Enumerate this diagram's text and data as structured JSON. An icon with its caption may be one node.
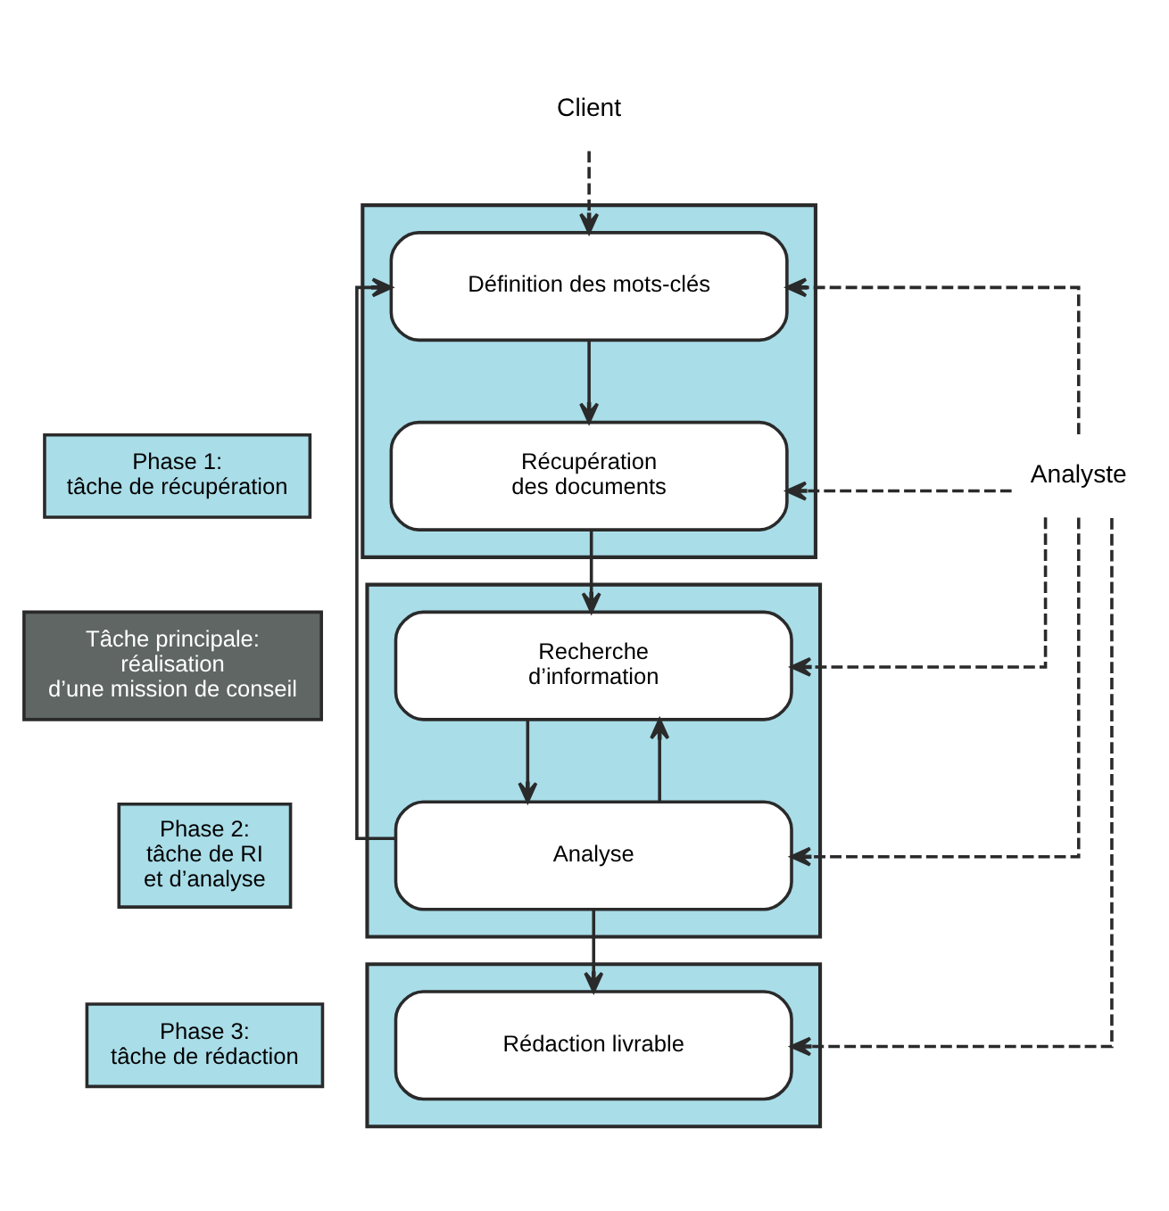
{
  "diagram": {
    "nodes": [
      {
        "text": [
          "Client"
        ]
      },
      {
        "text": [
          "Tâche principale: réalisation d’une mission de conseil"
        ]
      },
      {
        "text": [
          "Phase 1: tâche de récupération"
        ]
      },
      {
        "text": [
          "Phase 2: tâche de RI et d’analyse"
        ]
      },
      {
        "text": [
          "Phase 3: tâche de rédaction"
        ]
      },
      {
        "text": [],
        "shape": "box"
      },
      {
        "text": [
          "Définition des mots-clés"
        ],
        "in": 5
      },
      {
        "text": [
          "Récupération des documents"
        ],
        "in": 5
      },
      {
        "text": [],
        "shape": "box"
      },
      {
        "text": [
          "Recherche d’information"
        ],
        "in": 8
      },
      {
        "text": [
          "Analyse"
        ],
        "in": 8
      },
      {
        "text": [],
        "shape": "box"
      },
      {
        "text": [
          "Rédaction livrable"
        ],
        "in": 11
      },
      {
        "text": [
          "Analyste"
        ]
      }
    ],
    "edges": [
      {
        "from": 0,
        "to": 6,
        "arrow": "to",
        "style": "dashed"
      },
      {
        "from": 6,
        "to": 7,
        "arrow": "to"
      },
      {
        "from": 7,
        "to": 9,
        "arrow": "to"
      },
      {
        "from": 9,
        "to": 10,
        "arrow": "to"
      },
      {
        "from": 10,
        "to": 12,
        "arrow": "to"
      },
      {
        "from": 10,
        "to": 6,
        "arrow": "to"
      },
      {
        "from": 10,
        "to": 9,
        "arrow": "to"
      },
      {
        "from": 13,
        "to": 6,
        "arrow": "to",
        "style": "dashed"
      },
      {
        "from": 13,
        "to": 7,
        "arrow": "to",
        "style": "dashed"
      },
      {
        "from": 13,
        "to": 9,
        "arrow": "to",
        "style": "dashed"
      },
      {
        "from": 13,
        "to": 10,
        "arrow": "to",
        "style": "dashed"
      },
      {
        "from": 13,
        "to": 12,
        "arrow": "to",
        "style": "dashed"
      }
    ]
  }
}
